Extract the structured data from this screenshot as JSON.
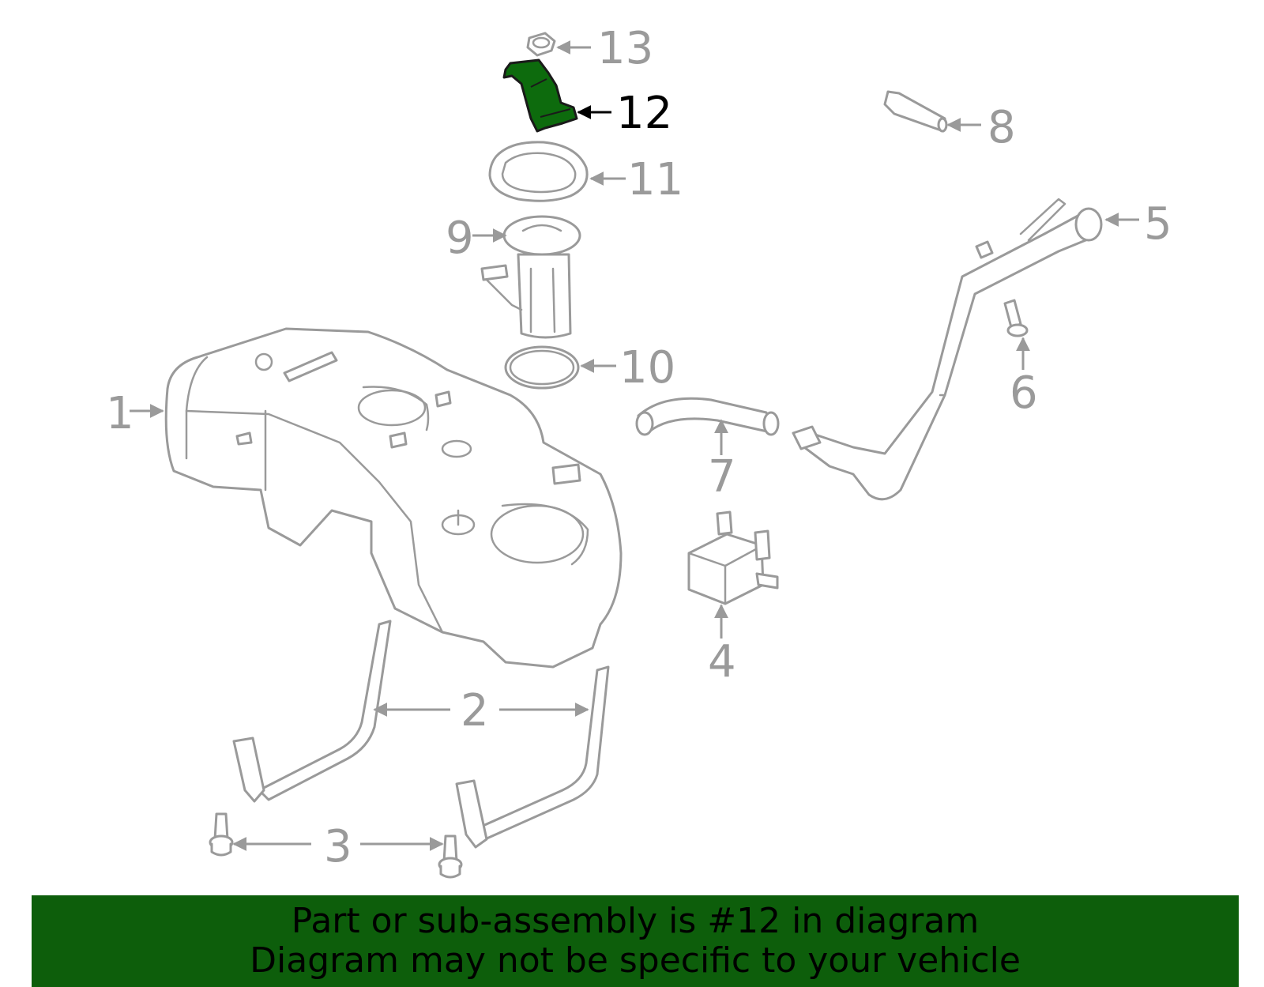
{
  "callouts": [
    {
      "id": "1",
      "label": "1"
    },
    {
      "id": "2",
      "label": "2"
    },
    {
      "id": "3",
      "label": "3"
    },
    {
      "id": "4",
      "label": "4"
    },
    {
      "id": "5",
      "label": "5"
    },
    {
      "id": "6",
      "label": "6"
    },
    {
      "id": "7",
      "label": "7"
    },
    {
      "id": "8",
      "label": "8"
    },
    {
      "id": "9",
      "label": "9"
    },
    {
      "id": "10",
      "label": "10"
    },
    {
      "id": "11",
      "label": "11"
    },
    {
      "id": "12",
      "label": "12"
    },
    {
      "id": "13",
      "label": "13"
    }
  ],
  "highlighted_part": "12",
  "colors": {
    "highlight": "#0d6b0d",
    "banner": "#0d5e0b",
    "part_stroke": "#9a9a9a"
  },
  "banner": {
    "line1": "Part or sub-assembly is #12 in diagram",
    "line2": "Diagram may not be specific to your vehicle"
  }
}
